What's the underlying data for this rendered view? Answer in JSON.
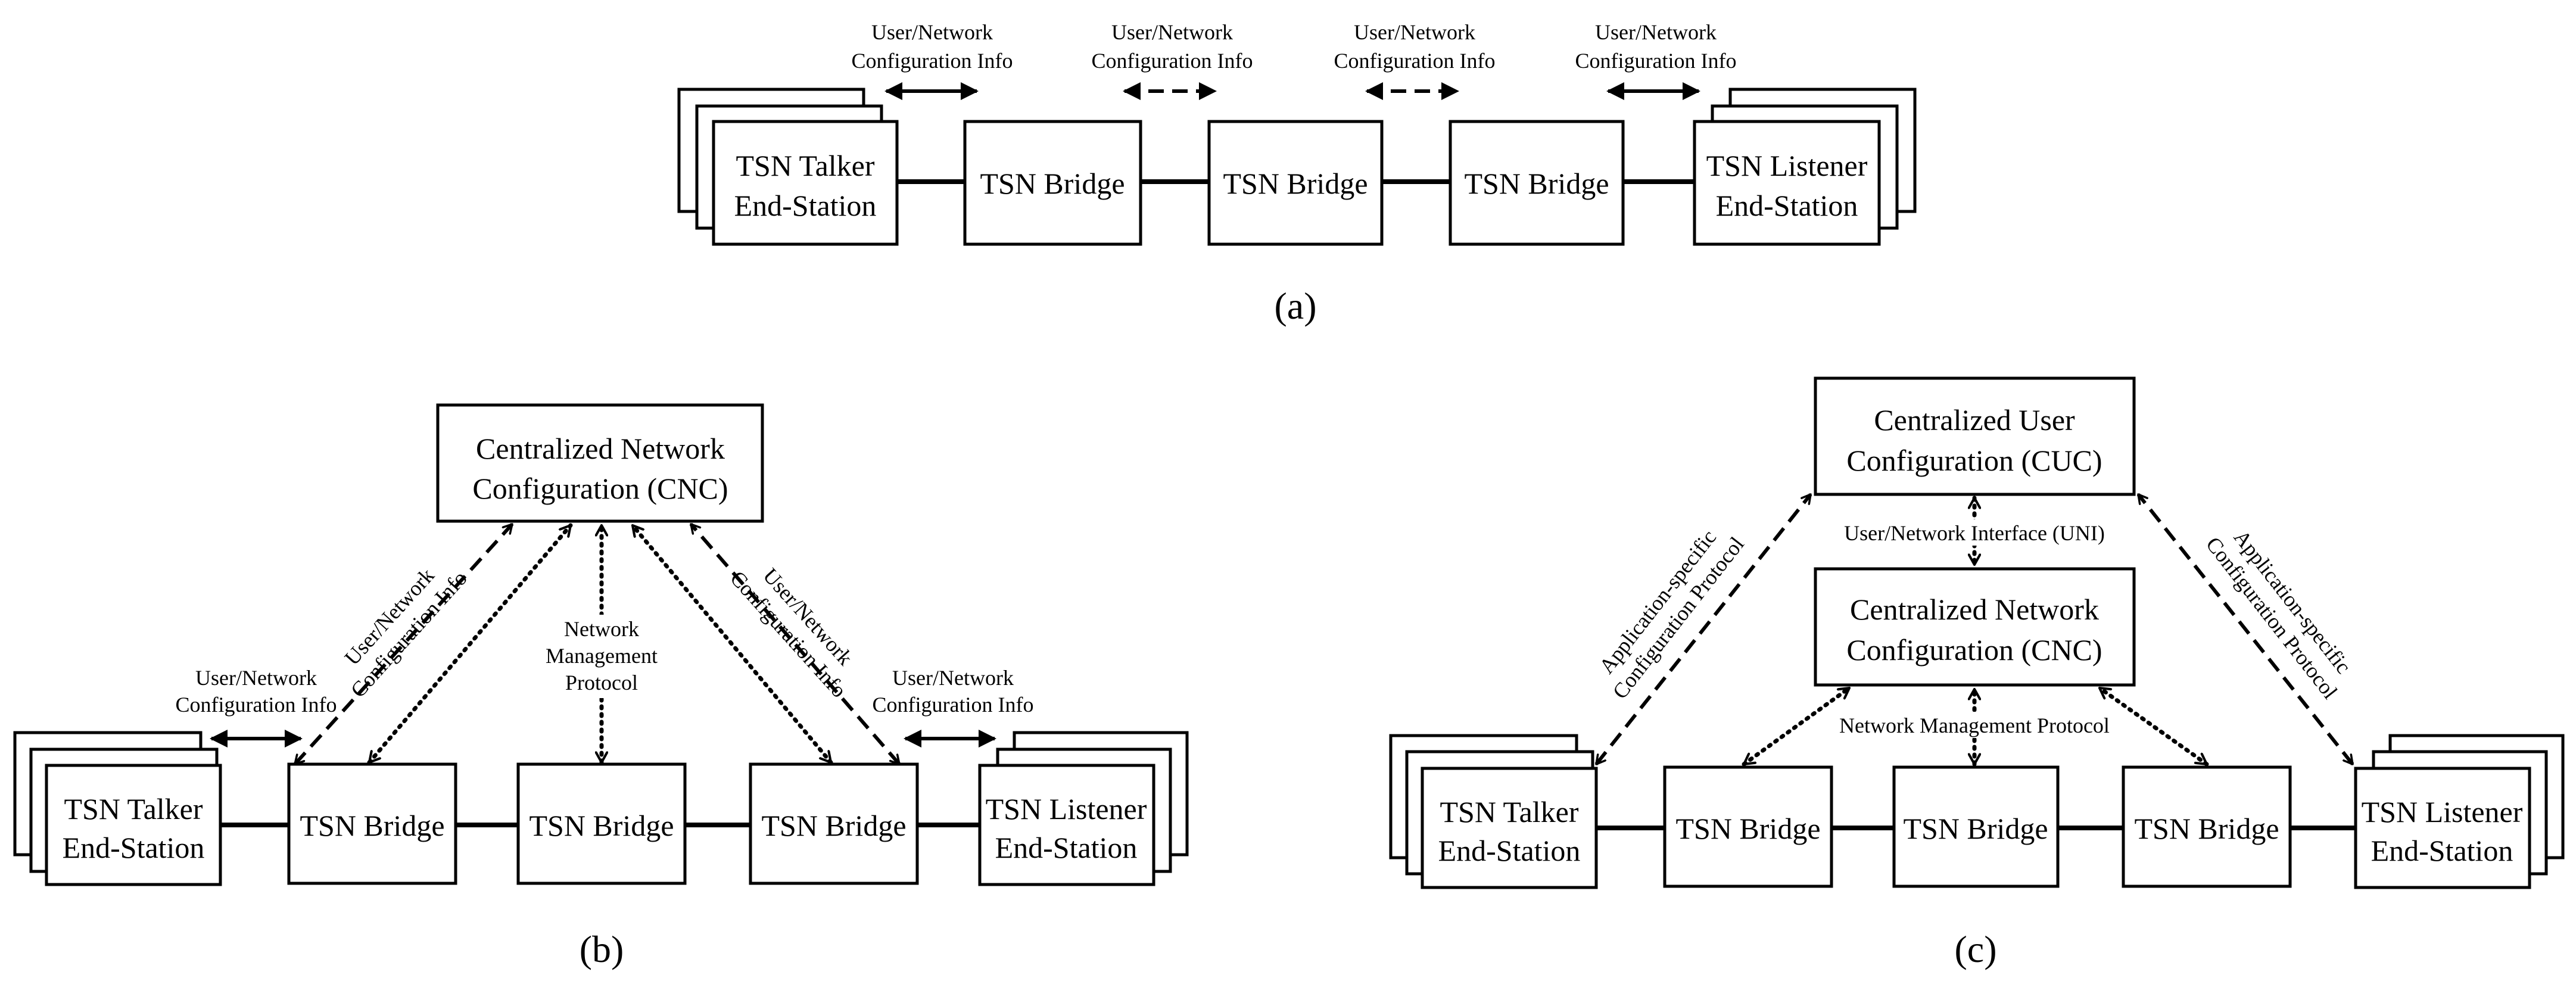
{
  "panel_a": {
    "caption": "(a)",
    "talker": [
      "TSN Talker",
      "End-Station"
    ],
    "bridge": "TSN Bridge",
    "listener": [
      "TSN Listener",
      "End-Station"
    ],
    "info_label": [
      "User/Network",
      "Configuration Info"
    ]
  },
  "panel_b": {
    "caption": "(b)",
    "cnc": [
      "Centralized Network",
      "Configuration (CNC)"
    ],
    "talker": [
      "TSN Talker",
      "End-Station"
    ],
    "bridge": "TSN Bridge",
    "listener": [
      "TSN Listener",
      "End-Station"
    ],
    "info_label": [
      "User/Network",
      "Configuration Info"
    ],
    "nmp_label": [
      "Network",
      "Management",
      "Protocol"
    ]
  },
  "panel_c": {
    "caption": "(c)",
    "cuc": [
      "Centralized User",
      "Configuration (CUC)"
    ],
    "cnc": [
      "Centralized Network",
      "Configuration (CNC)"
    ],
    "talker": [
      "TSN Talker",
      "End-Station"
    ],
    "bridge": "TSN Bridge",
    "listener": [
      "TSN Listener",
      "End-Station"
    ],
    "uni_label": "User/Network Interface (UNI)",
    "nmp_label": "Network Management Protocol",
    "app_label": [
      "Application-specific",
      "Configuration Protocol"
    ]
  }
}
